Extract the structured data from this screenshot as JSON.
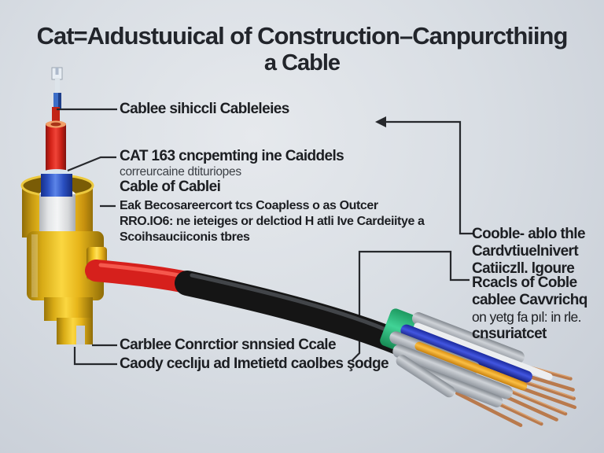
{
  "title": {
    "line1": "Cat=Aıdustuuical of Construction–Canpurcthiing",
    "line2": "a  Cable"
  },
  "labels": {
    "shield": "Cablee sihiccli Cableleies",
    "cat_block": [
      "CAT 163 cncpemting ine Caiddels",
      "correurcaine dtituriopes",
      "Cable of Cablei"
    ],
    "outer_block": [
      "Eaƙ Becosareercort tcs Coapless o as Outcer",
      "RRO.IO6: ne ieteiges or delctiod H atli Ive Cardeiitye a",
      "Scoihsauciiconis tbres"
    ],
    "right_top": [
      "Cooble- ablo thle",
      "Cardvtiuelnivert",
      "Catiiczll. lgoure"
    ],
    "right_bottom": [
      "Rcacls of Coble",
      "cablee Cavvrichq",
      "on yetg fa pıl: in rle.",
      "cnsuriatcet"
    ],
    "bottom1": "Carblee Conrctior snnsied Ccale",
    "bottom2": "Caody ceclıju ad Imetietd caolbes şodge"
  },
  "colors": {
    "background_top": "#e6e9ed",
    "background_bottom": "#c6ccd5",
    "connector_yellow": "#f3c623",
    "tube_red": "#e03024",
    "tube_rim_orange": "#f2a068",
    "inner_blue": "#2b55cf",
    "ferrule_white": "#e8eef4",
    "cable_red": "#d6201c",
    "cable_black": "#151515",
    "band_green": "#2cb877",
    "wire_blue": "#2b3fd4",
    "wire_orange": "#f2a41f",
    "wire_gray": "#aab0b8",
    "copper": "#b97a4d",
    "text": "#1c1e22",
    "leader_line": "#26282c"
  }
}
